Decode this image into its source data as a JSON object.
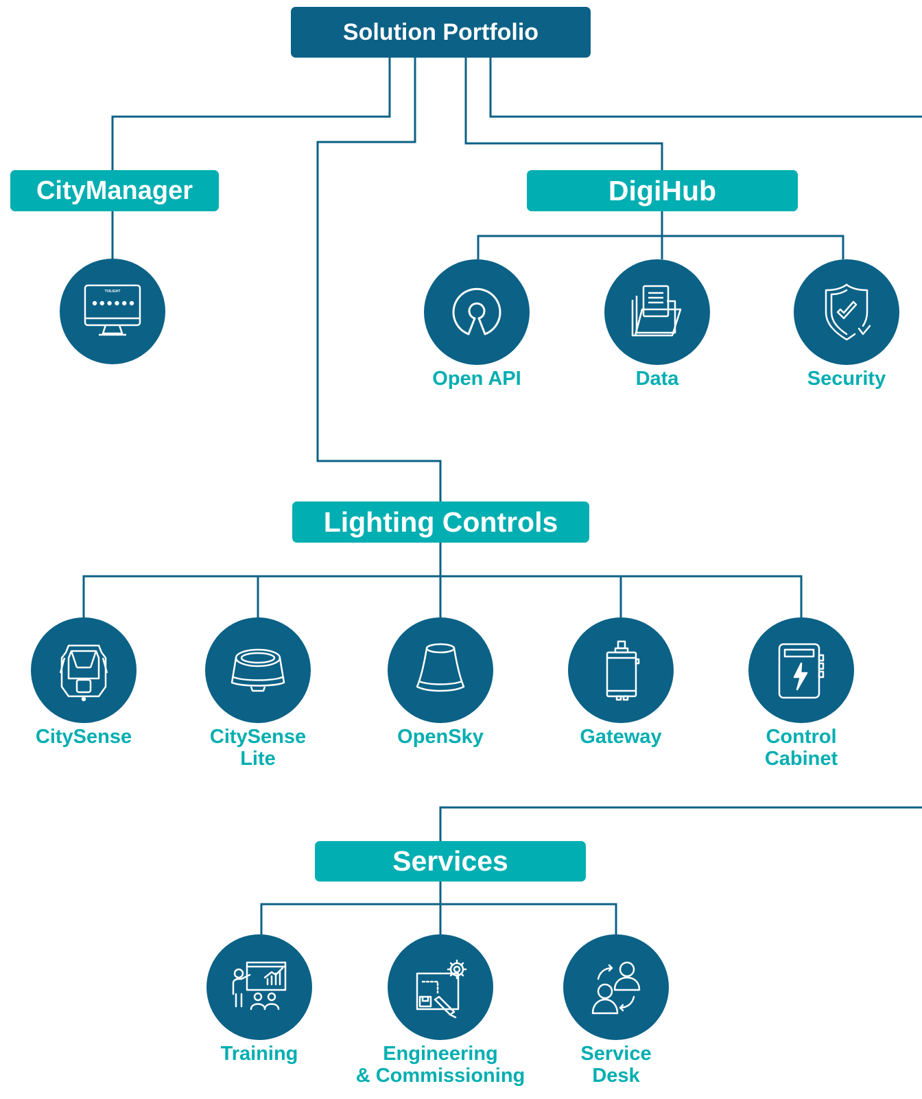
{
  "root": {
    "label": "Solution Portfolio"
  },
  "categories": {
    "citymanager": {
      "label": "CityManager"
    },
    "digihub": {
      "label": "DigiHub"
    },
    "lighting": {
      "label": "Lighting Controls"
    },
    "services": {
      "label": "Services"
    }
  },
  "citymanager_items": [
    {
      "icon": "monitor-icon",
      "label": "",
      "screen_brand": "TVILIGHT"
    }
  ],
  "digihub_items": [
    {
      "icon": "open-source-icon",
      "label": "Open API"
    },
    {
      "icon": "folder-documents-icon",
      "label": "Data"
    },
    {
      "icon": "shield-check-icon",
      "label": "Security"
    }
  ],
  "lighting_items": [
    {
      "icon": "citysense-sensor-icon",
      "label": "CitySense"
    },
    {
      "icon": "citysense-lite-sensor-icon",
      "label": "CitySense\nLite"
    },
    {
      "icon": "opensky-node-icon",
      "label": "OpenSky"
    },
    {
      "icon": "gateway-icon",
      "label": "Gateway"
    },
    {
      "icon": "control-cabinet-icon",
      "label": "Control\nCabinet"
    }
  ],
  "services_items": [
    {
      "icon": "training-icon",
      "label": "Training"
    },
    {
      "icon": "engineering-icon",
      "label": "Engineering\n& Commissioning"
    },
    {
      "icon": "service-desk-icon",
      "label": "Service\nDesk"
    }
  ],
  "colors": {
    "dark_blue": "#0b6186",
    "teal": "#01aeb1",
    "white": "#ffffff"
  }
}
